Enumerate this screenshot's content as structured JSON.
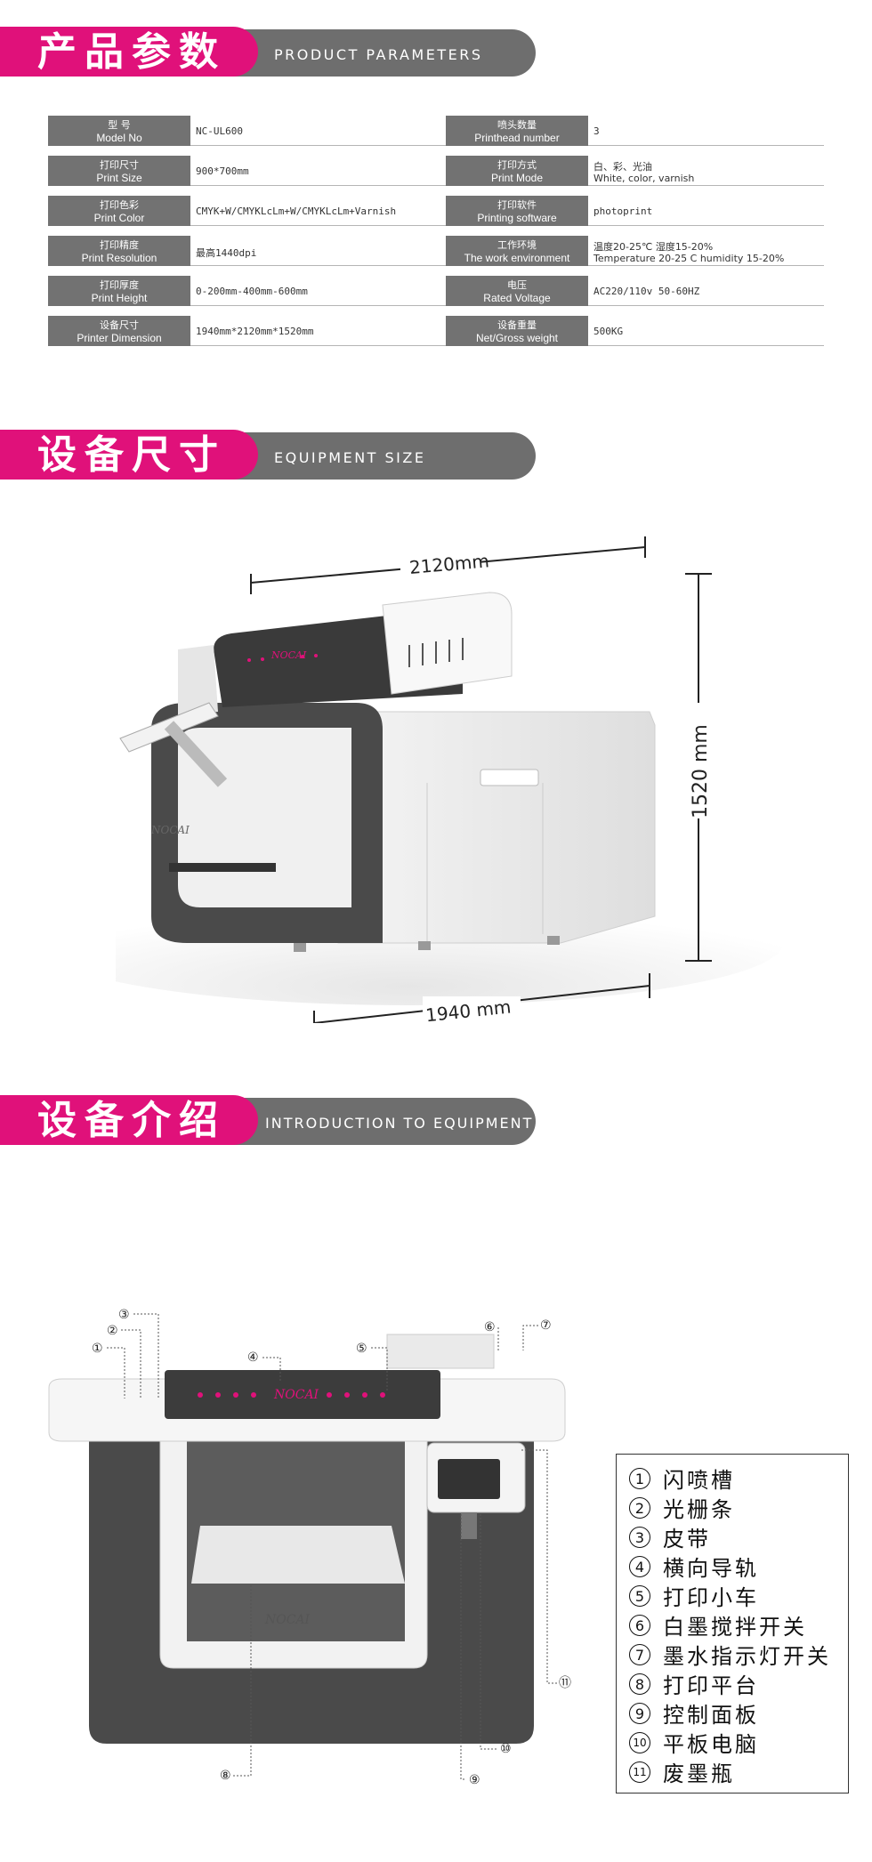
{
  "sections": {
    "params": {
      "cn": "产品参数",
      "en": "PRODUCT PARAMETERS"
    },
    "size": {
      "cn": "设备尺寸",
      "en": "EQUIPMENT SIZE"
    },
    "intro": {
      "cn": "设备介绍",
      "en": "INTRODUCTION TO EQUIPMENT"
    }
  },
  "params_rows": [
    {
      "l_cn": "型  号",
      "l_en": "Model No",
      "l_val": "NC-UL600",
      "r_cn": "喷头数量",
      "r_en": "Printhead number",
      "r_val": "3"
    },
    {
      "l_cn": "打印尺寸",
      "l_en": "Print Size",
      "l_val": "900*700mm",
      "r_cn": "打印方式",
      "r_en": "Print Mode",
      "r_val1": "白、彩、光油",
      "r_val2": "White, color, varnish"
    },
    {
      "l_cn": "打印色彩",
      "l_en": "Print Color",
      "l_val": "CMYK+W/CMYKLcLm+W/CMYKLcLm+Varnish",
      "r_cn": "打印软件",
      "r_en": "Printing software",
      "r_val": "photoprint"
    },
    {
      "l_cn": "打印精度",
      "l_en": "Print Resolution",
      "l_val": "最高1440dpi",
      "r_cn": "工作环境",
      "r_en": "The work environment",
      "r_val1": "温度20-25℃  湿度15-20%",
      "r_val2": "Temperature 20-25 C  humidity 15-20%"
    },
    {
      "l_cn": "打印厚度",
      "l_en": "Print Height",
      "l_val": "0-200mm-400mm-600mm",
      "r_cn": "电压",
      "r_en": "Rated Voltage",
      "r_val": "AC220/110v  50-60HZ"
    },
    {
      "l_cn": "设备尺寸",
      "l_en": "Printer Dimension",
      "l_val": "1940mm*2120mm*1520mm",
      "r_cn": "设备重量",
      "r_en": "Net/Gross weight",
      "r_val": "500KG"
    }
  ],
  "dimensions": {
    "width": "2120mm",
    "height": "1520 mm",
    "depth": "1940 mm"
  },
  "printer_logo": "NOCAI",
  "callouts": [
    "①",
    "②",
    "③",
    "④",
    "⑤",
    "⑥",
    "⑦",
    "⑧",
    "⑨",
    "⑩",
    "⑪"
  ],
  "legend": [
    {
      "num": "1",
      "text": "闪喷槽"
    },
    {
      "num": "2",
      "text": "光栅条"
    },
    {
      "num": "3",
      "text": "皮带"
    },
    {
      "num": "4",
      "text": "横向导轨"
    },
    {
      "num": "5",
      "text": "打印小车"
    },
    {
      "num": "6",
      "text": "白墨搅拌开关"
    },
    {
      "num": "7",
      "text": "墨水指示灯开关"
    },
    {
      "num": "8",
      "text": "打印平台"
    },
    {
      "num": "9",
      "text": "控制面板"
    },
    {
      "num": "10",
      "text": "平板电脑"
    },
    {
      "num": "11",
      "text": "废墨瓶"
    }
  ],
  "colors": {
    "accent": "#e0117a",
    "banner_grey": "#6e6e6e",
    "label_grey": "#727272"
  }
}
